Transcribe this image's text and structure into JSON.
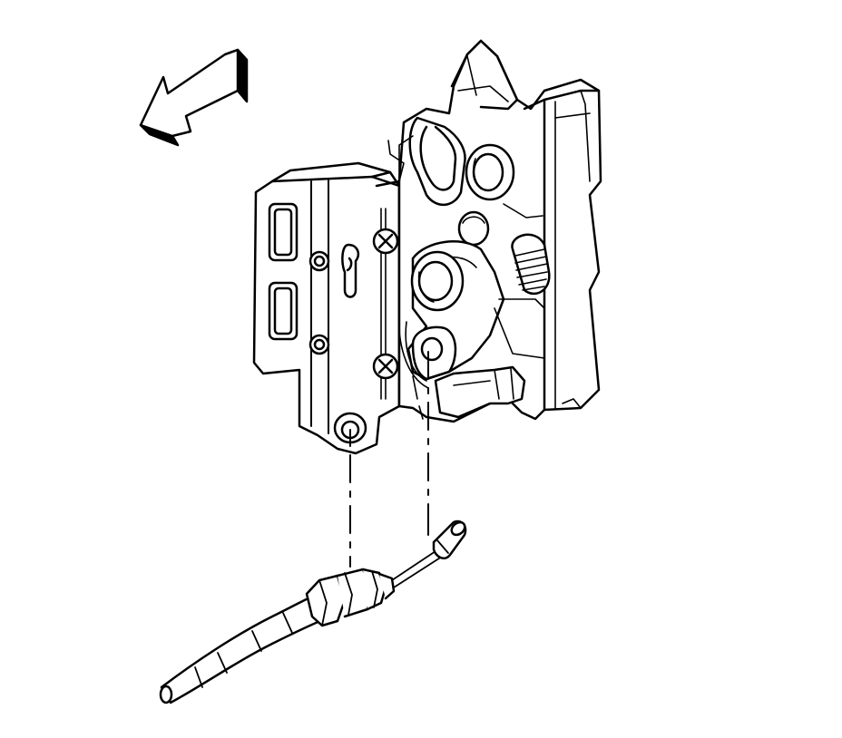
{
  "figure": {
    "subject": "hood-latch-with-release-cable",
    "icons": [
      "direction-arrow-icon",
      "latch-assembly",
      "release-cable"
    ],
    "colors": {
      "line": "#000000",
      "fill": "#ffffff",
      "shade": "#000000"
    }
  }
}
